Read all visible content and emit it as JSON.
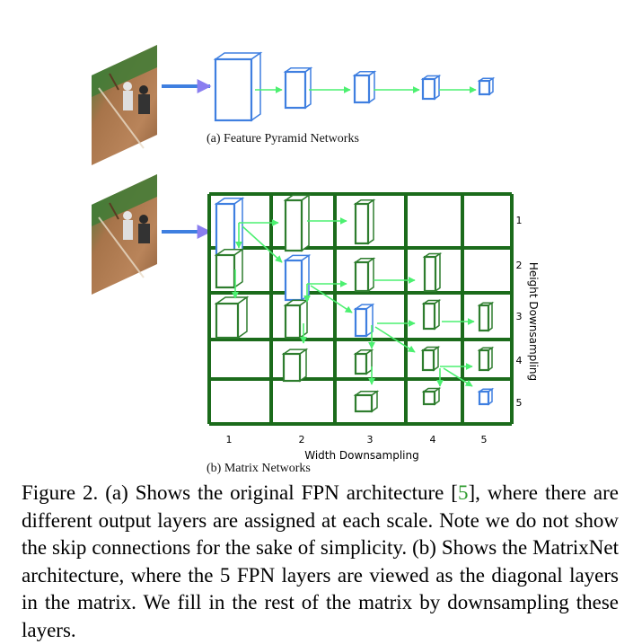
{
  "figure": {
    "panel_a": {
      "caption": "(a) Feature Pyramid Networks"
    },
    "panel_b": {
      "caption": "(b) Matrix Networks",
      "x_axis_label": "Width Downsampling",
      "y_axis_label": "Height Downsampling",
      "x_ticks": [
        "1",
        "2",
        "3",
        "4",
        "5"
      ],
      "y_ticks": [
        "1",
        "2",
        "3",
        "4",
        "5"
      ]
    },
    "colors": {
      "grid": "#1b6b1b",
      "diagonal_layer": "#3f7fe0",
      "other_layer": "#2e7d2e",
      "fpn_layer": "#3f7fe0",
      "arrow": "#4cf070",
      "input_arrow": "#3f7fe0"
    }
  },
  "caption": {
    "prefix": "Figure 2. (a) Shows the original FPN architecture [",
    "ref": "5",
    "suffix": "], where there are different output layers are assigned at each scale. Note we do not show the skip connections for the sake of simplicity. (b) Shows the MatrixNet architecture, where the 5 FPN layers are viewed as the diagonal layers in the matrix. We fill in the rest of the matrix by downsampling these layers."
  }
}
